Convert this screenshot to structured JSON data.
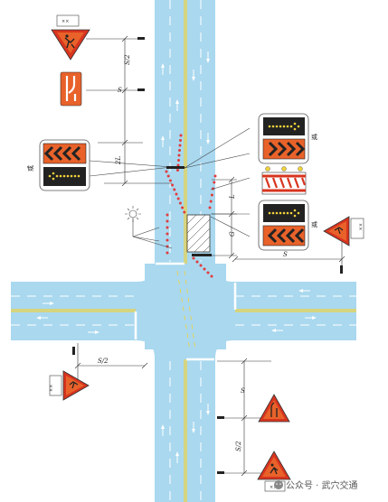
{
  "labels": {
    "s_half_top": "S/2",
    "s_top": "S",
    "two_l": "2L",
    "l_taper": "L",
    "g_gap": "G",
    "s_right": "S",
    "s_half_bottom_left": "S/2",
    "s_bottom": "S",
    "s_half_bottom": "S/2",
    "or_label_1": "或",
    "or_label_2": "或",
    "or_label_left": "或"
  },
  "sign_text": {
    "plate_1": "×× ",
    "plate_2": "××",
    "plate_3": "××",
    "plate_4": "××"
  },
  "watermark": "公众号 · 武穴交通",
  "colors": {
    "road": "#a9d8ef",
    "lane_line": "#ffffff",
    "center_line": "#f2d23a",
    "cone": "#e23b3b",
    "sign_orange": "#e8622a",
    "sign_red": "#d8341f"
  }
}
